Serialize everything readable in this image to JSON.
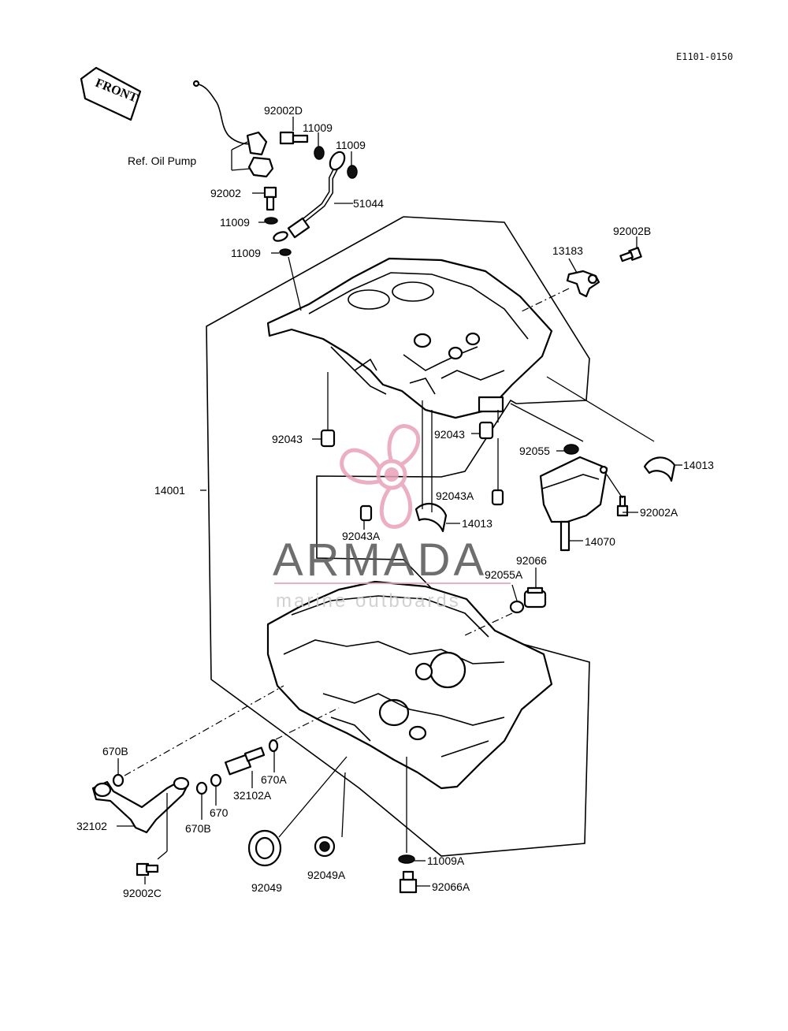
{
  "code": "E1101-0150",
  "front_label": "FRONT",
  "ref_label": "Ref. Oil Pump",
  "watermark": {
    "brand": "ARMADA",
    "tagline": "marine outboards",
    "accent": "#e8a1b8"
  },
  "labels": {
    "p92002D": "92002D",
    "p11009a": "11009",
    "p11009b": "11009",
    "p92002": "92002",
    "p51044": "51044",
    "p11009c": "11009",
    "p11009d": "11009",
    "p92002B": "92002B",
    "p13183": "13183",
    "p92043a": "92043",
    "p92043b": "92043",
    "p92055": "92055",
    "p14013a": "14013",
    "p14001": "14001",
    "p92043Aa": "92043A",
    "p92043Ab": "92043A",
    "p14013b": "14013",
    "p92002A": "92002A",
    "p14070": "14070",
    "p92066": "92066",
    "p92055A": "92055A",
    "p670Ba": "670B",
    "p670A": "670A",
    "p32102A": "32102A",
    "p670": "670",
    "p670Bb": "670B",
    "p32102": "32102",
    "p92002C": "92002C",
    "p92049": "92049",
    "p92049A": "92049A",
    "p11009A": "11009A",
    "p92066A": "92066A"
  }
}
